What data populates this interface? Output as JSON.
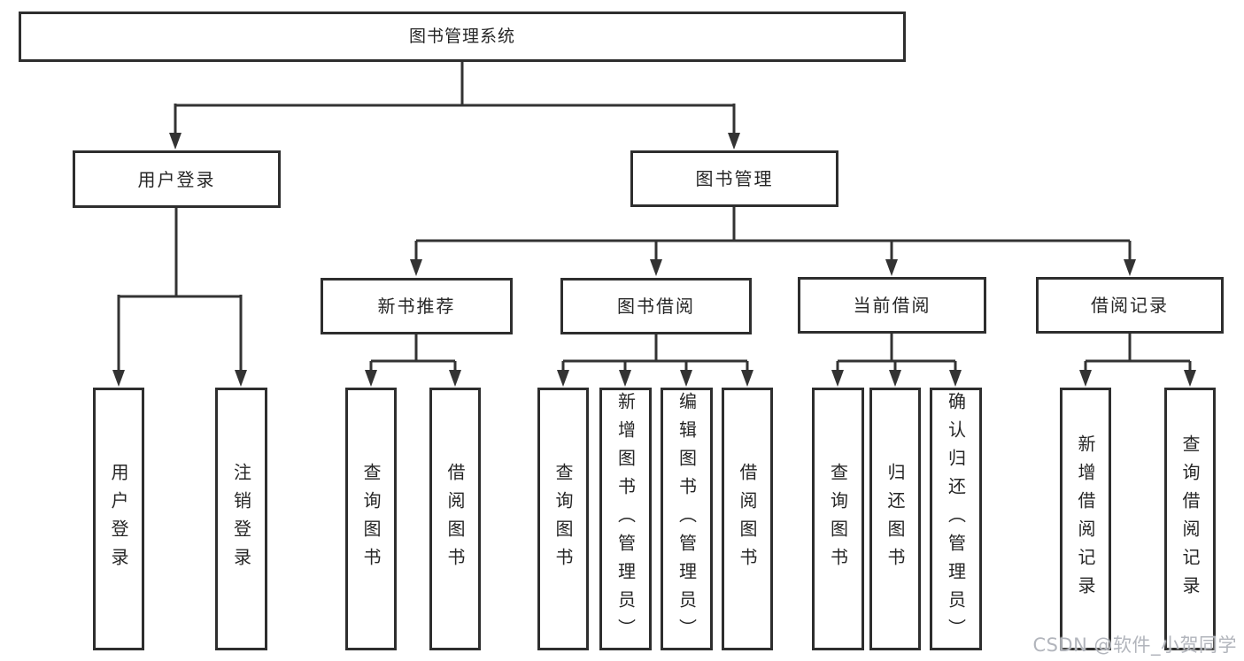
{
  "diagram": {
    "watermark": "CSDN @软件_小贺同学",
    "colors": {
      "line": "#333333",
      "box_border": "#2e2e2e",
      "text": "#262626",
      "watermark": "#b2b5bc",
      "background": "#ffffff"
    },
    "nodes": {
      "root": {
        "label": "图书管理系统"
      },
      "user_login": {
        "label": "用户登录"
      },
      "book_mgmt": {
        "label": "图书管理"
      },
      "new_book_rec": {
        "label": "新书推荐"
      },
      "book_borrow": {
        "label": "图书借阅"
      },
      "current_borrow": {
        "label": "当前借阅"
      },
      "borrow_record": {
        "label": "借阅记录"
      },
      "l_user_login": {
        "label": "用户登录"
      },
      "l_logout": {
        "label": "注销登录"
      },
      "l_query_book_a": {
        "label": "查询图书"
      },
      "l_borrow_book_a": {
        "label": "借阅图书"
      },
      "l_query_book_b": {
        "label": "查询图书"
      },
      "l_add_book": {
        "label": "新增图书（管理员）"
      },
      "l_edit_book": {
        "label": "编辑图书（管理员）"
      },
      "l_borrow_book_b": {
        "label": "借阅图书"
      },
      "l_query_book_c": {
        "label": "查询图书"
      },
      "l_return_book": {
        "label": "归还图书"
      },
      "l_confirm_return": {
        "label": "确认归还（管理员）"
      },
      "l_add_record": {
        "label": "新增借阅记录"
      },
      "l_query_record": {
        "label": "查询借阅记录"
      }
    }
  }
}
